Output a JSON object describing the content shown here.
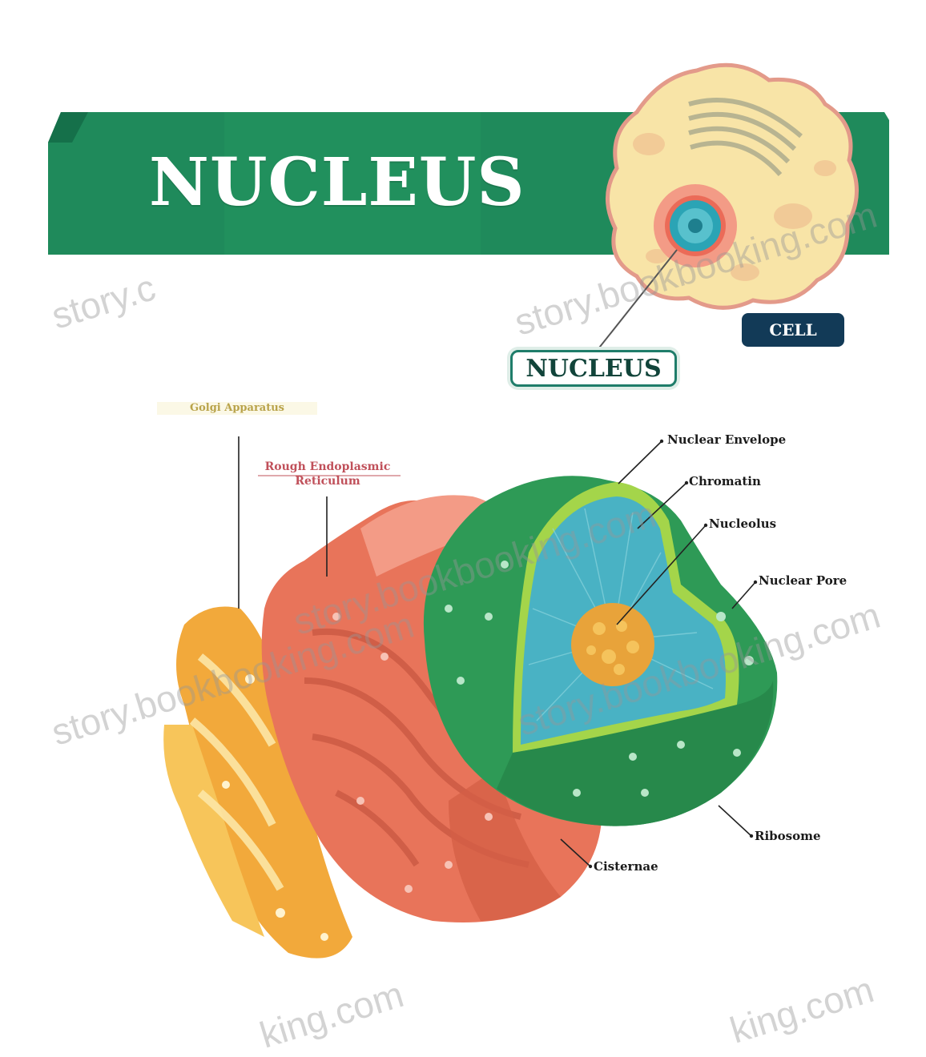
{
  "title": "NUCLEUS",
  "cell_badge": "CELL",
  "nucleus_badge": "NUCLEUS",
  "labels": {
    "golgi": "Golgi Apparatus",
    "rough_er_line1": "Rough Endoplasmic",
    "rough_er_line2": "Reticulum",
    "nuclear_envelope": "Nuclear Envelope",
    "chromatin": "Chromatin",
    "nucleolus": "Nucleolus",
    "nuclear_pore": "Nuclear Pore",
    "ribosome": "Ribosome",
    "cisternae": "Cisternae"
  },
  "watermarks": {
    "wm1": "story.c",
    "wm2": "story.bookbooking.com",
    "wm3": "story.bookbooking.com",
    "wm4": "story.bookbooking.com",
    "wm5": "story.bookbooking.com",
    "wm6": "king.com",
    "wm7": "king.com"
  },
  "colors": {
    "banner": "#1f8a5b",
    "banner_dark": "#15704a",
    "cell": "#f8e4a7",
    "nucleus_outer": "#2e9a56",
    "nucleus_inner": "#49b2c4",
    "nucleolus": "#e8a33a",
    "er": "#e8745a",
    "golgi": "#f2a93b",
    "cell_badge": "#123a57"
  }
}
